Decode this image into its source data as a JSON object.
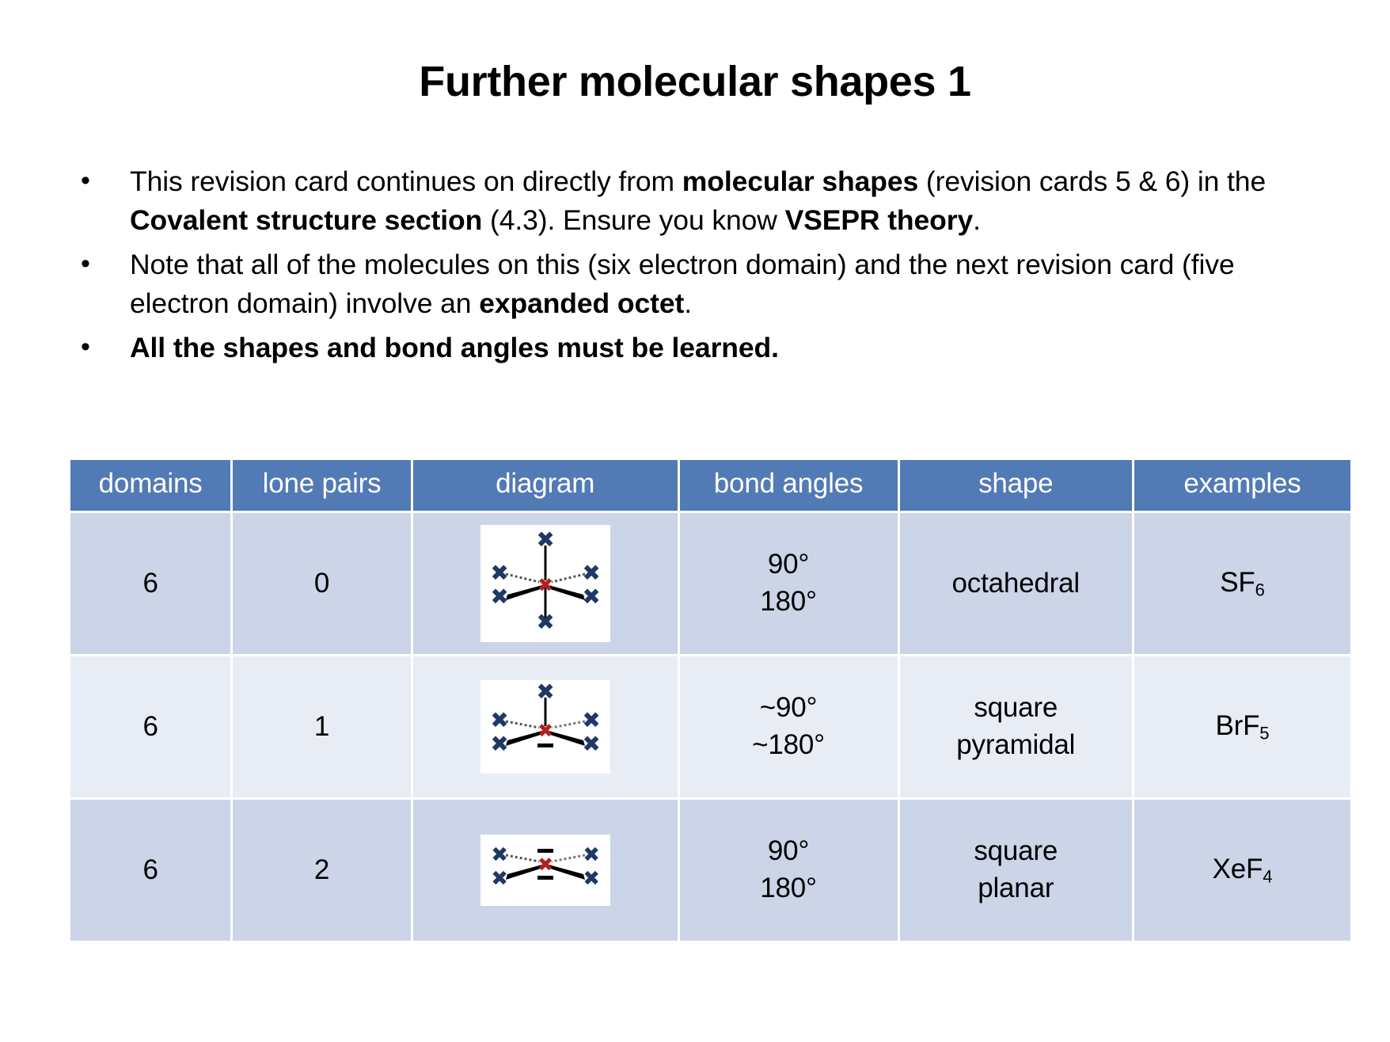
{
  "slide": {
    "title": "Further molecular shapes 1",
    "bullets": [
      {
        "id": "bullet-1",
        "segments": [
          {
            "text": "This revision card continues on directly from ",
            "bold": false
          },
          {
            "text": "molecular shapes",
            "bold": true
          },
          {
            "text": " (revision cards 5 & 6) in the ",
            "bold": false
          },
          {
            "text": "Covalent structure section",
            "bold": true
          },
          {
            "text": " (4.3). Ensure you know ",
            "bold": false
          },
          {
            "text": "VSEPR theory",
            "bold": true
          },
          {
            "text": ".",
            "bold": false
          }
        ]
      },
      {
        "id": "bullet-2",
        "segments": [
          {
            "text": "Note that all of the molecules on this (six electron domain) and the next revision card (five electron domain) involve an ",
            "bold": false
          },
          {
            "text": "expanded octet",
            "bold": true
          },
          {
            "text": ".",
            "bold": false
          }
        ]
      },
      {
        "id": "bullet-3",
        "segments": [
          {
            "text": "All the shapes and bond angles must be learned.",
            "bold": true
          }
        ]
      }
    ],
    "bullet_marker": "•"
  },
  "table": {
    "headers": [
      "domains",
      "lone pairs",
      "diagram",
      "bond angles",
      "shape",
      "examples"
    ],
    "rows": [
      {
        "domains": "6",
        "lone_pairs": "0",
        "diagram": "octahedral-dot-cross-diagram",
        "bond_angles_line1": "90°",
        "bond_angles_line2": "180°",
        "shape_line1": "octahedral",
        "shape_line2": "",
        "example_symbol": "SF",
        "example_subscript": "6"
      },
      {
        "domains": "6",
        "lone_pairs": "1",
        "diagram": "square-pyramidal-dot-cross-diagram",
        "bond_angles_line1": "~90°",
        "bond_angles_line2": "~180°",
        "shape_line1": "square",
        "shape_line2": "pyramidal",
        "example_symbol": "BrF",
        "example_subscript": "5"
      },
      {
        "domains": "6",
        "lone_pairs": "2",
        "diagram": "square-planar-dot-cross-diagram",
        "bond_angles_line1": "90°",
        "bond_angles_line2": "180°",
        "shape_line1": "square",
        "shape_line2": "planar",
        "example_symbol": "XeF",
        "example_subscript": "4"
      }
    ]
  },
  "colors": {
    "header_blue": "#527ab5",
    "row_odd": "#ccd4e8",
    "row_even": "#e8ecf4",
    "cross_navy": "#1f3864",
    "cross_red": "#b42020",
    "bond_black": "#000000",
    "background": "#ffffff"
  }
}
